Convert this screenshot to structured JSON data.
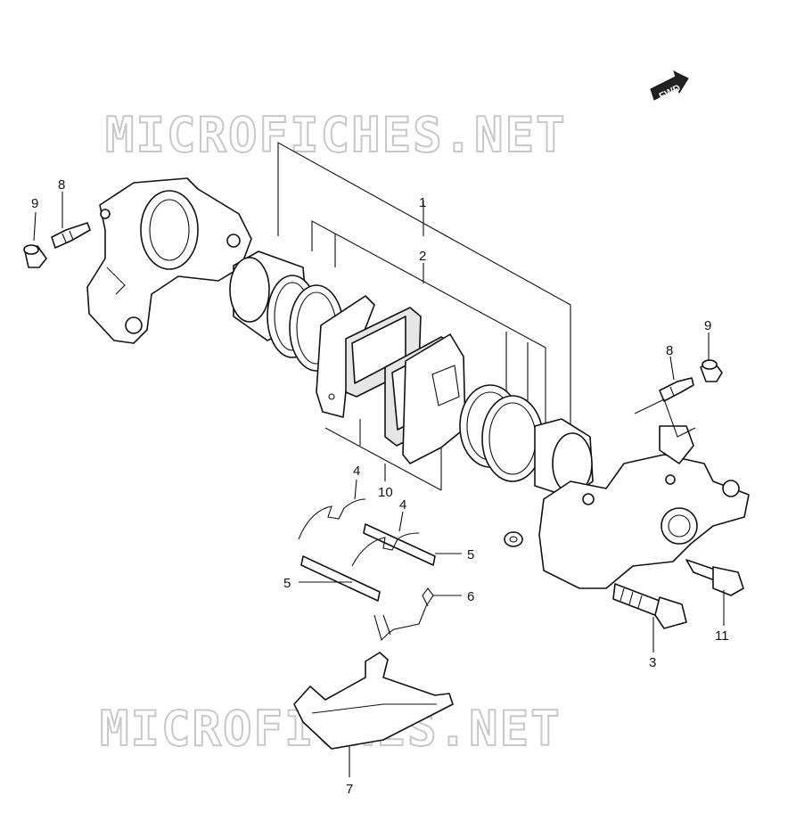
{
  "watermark": {
    "top": "MICROFICHES.NET",
    "bottom": "MICROFICHES.NET"
  },
  "fwd_label": "FWD",
  "callouts": {
    "c1": "1",
    "c2": "2",
    "c3": "3",
    "c4a": "4",
    "c4b": "4",
    "c5a": "5",
    "c5b": "5",
    "c6": "6",
    "c7": "7",
    "c8a": "8",
    "c8b": "8",
    "c9a": "9",
    "c9b": "9",
    "c10": "10",
    "c11": "11"
  }
}
